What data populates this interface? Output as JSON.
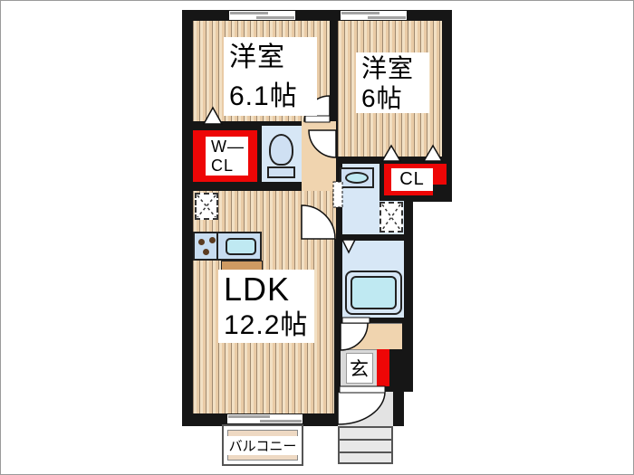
{
  "plan": {
    "bedroom1": {
      "name": "洋室",
      "size": "6.1帖"
    },
    "bedroom2": {
      "name": "洋室",
      "size": "6帖"
    },
    "ldk": {
      "name": "LDK",
      "size": "12.2帖"
    },
    "walk_in_closet": {
      "lines": [
        "W—",
        "CL"
      ]
    },
    "closet": {
      "label": "CL"
    },
    "entrance": {
      "label": "玄"
    },
    "balcony": {
      "label": "バルコニー"
    }
  },
  "colors": {
    "wall": "#161616",
    "floor-light": "#f2e0c4",
    "floor-dark": "#e9cba6",
    "floor-line": "#a08a70",
    "hall": "#f0d4af",
    "red": "#ee0606",
    "wet-floor": "#d7e7f6",
    "fixture": "#cfe0f3",
    "cyan": "#bfe9f2",
    "counter": "#c8ddf1",
    "wood": "#cf9a62",
    "genkan": "#d9d9d9",
    "porch": "#e3e3e3",
    "steps": "#e8e8e8",
    "balcony": "#eed9c3"
  }
}
